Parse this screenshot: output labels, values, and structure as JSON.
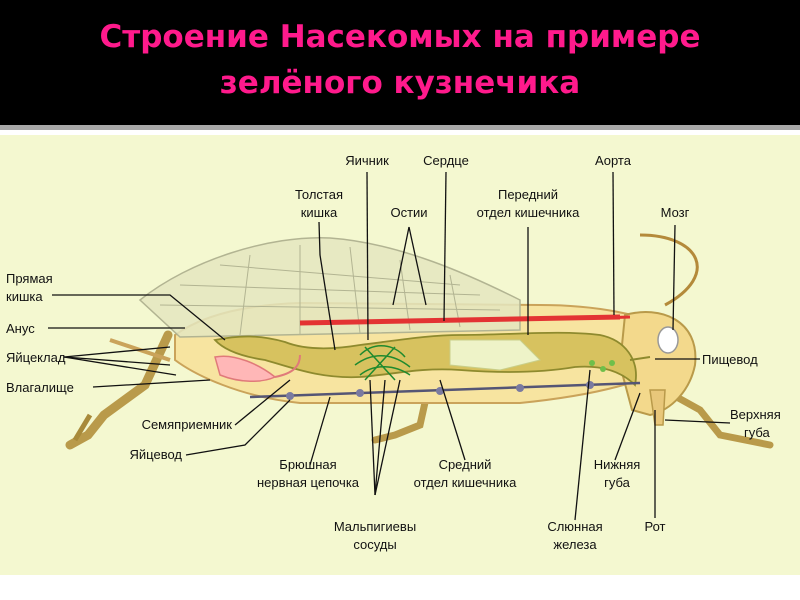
{
  "title": {
    "line1": "Строение Насекомых на примере",
    "line2": "зелёного кузнечика"
  },
  "colors": {
    "header_bg": "#000000",
    "title": "#ff1a8c",
    "diagram_bg": "#f4f8d0"
  },
  "labels": {
    "yaichnik": "Яичник",
    "serdtse": "Сердце",
    "aorta": "Аорта",
    "tolstaya_1": "Толстая",
    "tolstaya_2": "кишка",
    "ostii": "Остии",
    "peredniy_1": "Передний",
    "peredniy_2": "отдел кишечника",
    "mozg": "Мозг",
    "pryamaya_1": "Прямая",
    "pryamaya_2": "кишка",
    "anus": "Анус",
    "yaitseklad": "Яйцеклад",
    "vlagalishche": "Влагалище",
    "pishchevod": "Пищевод",
    "verkhnyaya_1": "Верхняя",
    "verkhnyaya_2": "губа",
    "semyapriemnik": "Семяприемник",
    "yaitsevod": "Яйцевод",
    "bryushnaya_1": "Брюшная",
    "bryushnaya_2": "нервная цепочка",
    "sredniy_1": "Средний",
    "sredniy_2": "отдел кишечника",
    "nizhnyaya_1": "Нижняя",
    "nizhnyaya_2": "губа",
    "rot": "Рот",
    "malpigievy_1": "Мальпигиевы",
    "malpigievy_2": "сосуды",
    "slyunnaya_1": "Слюнная",
    "slyunnaya_2": "железа"
  }
}
